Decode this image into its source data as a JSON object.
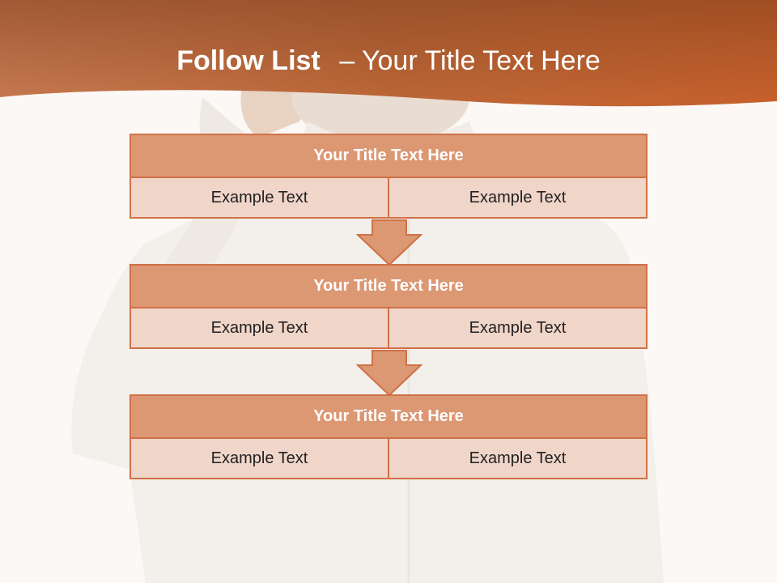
{
  "slide": {
    "title_main": "Follow List",
    "title_sep": "–",
    "title_rest": "Your Title Text Here"
  },
  "stages": [
    {
      "title": "Your Title Text Here",
      "cells": [
        "Example Text",
        "Example Text"
      ]
    },
    {
      "title": "Your Title Text Here",
      "cells": [
        "Example Text",
        "Example Text"
      ]
    },
    {
      "title": "Your Title Text Here",
      "cells": [
        "Example Text",
        "Example Text"
      ]
    }
  ],
  "colors": {
    "accent": "#c8612c",
    "header_dark": "#8e4a24",
    "title_fill": "#dc9773",
    "cell_fill": "#f0d5c9",
    "border": "#cf7147",
    "background": "#fbf8f5"
  },
  "icons": [
    "down-arrow-icon",
    "down-arrow-icon"
  ]
}
